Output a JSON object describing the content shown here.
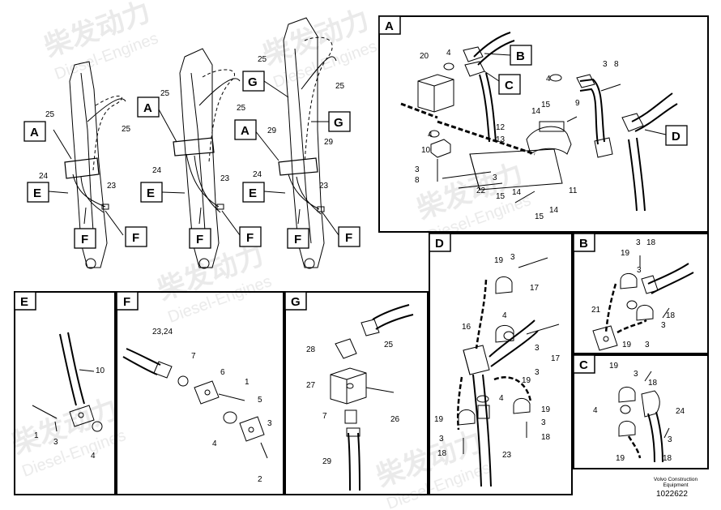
{
  "panels": {
    "A": "A",
    "B": "B",
    "C": "C",
    "D": "D",
    "E": "E",
    "F": "F",
    "G": "G"
  },
  "callouts": {
    "A": "A",
    "B": "B",
    "C": "C",
    "D": "D",
    "E": "E",
    "F": "F",
    "G": "G"
  },
  "labels": {
    "n1": "1",
    "n2": "2",
    "n3": "3",
    "n4": "4",
    "n5": "5",
    "n6": "6",
    "n7": "7",
    "n8": "8",
    "n9": "9",
    "n10": "10",
    "n11": "11",
    "n12": "12",
    "n13": "13",
    "n14": "14",
    "n15": "15",
    "n16": "16",
    "n17": "17",
    "n18": "18",
    "n19": "19",
    "n20": "20",
    "n21": "21",
    "n22": "22",
    "n23": "23",
    "n24": "24",
    "n25": "25",
    "n26": "26",
    "n27": "27",
    "n28": "28",
    "n29": "29",
    "n2324": "23,24"
  },
  "footer": {
    "brand_line1": "Volvo Construction",
    "brand_line2": "Equipment",
    "drawing_number": "1022622"
  },
  "watermark": {
    "cn": "柴发动力",
    "en": "Diesel-Engines"
  },
  "colors": {
    "ink": "#000000",
    "paper": "#ffffff",
    "watermark": "#e6e6e6"
  }
}
